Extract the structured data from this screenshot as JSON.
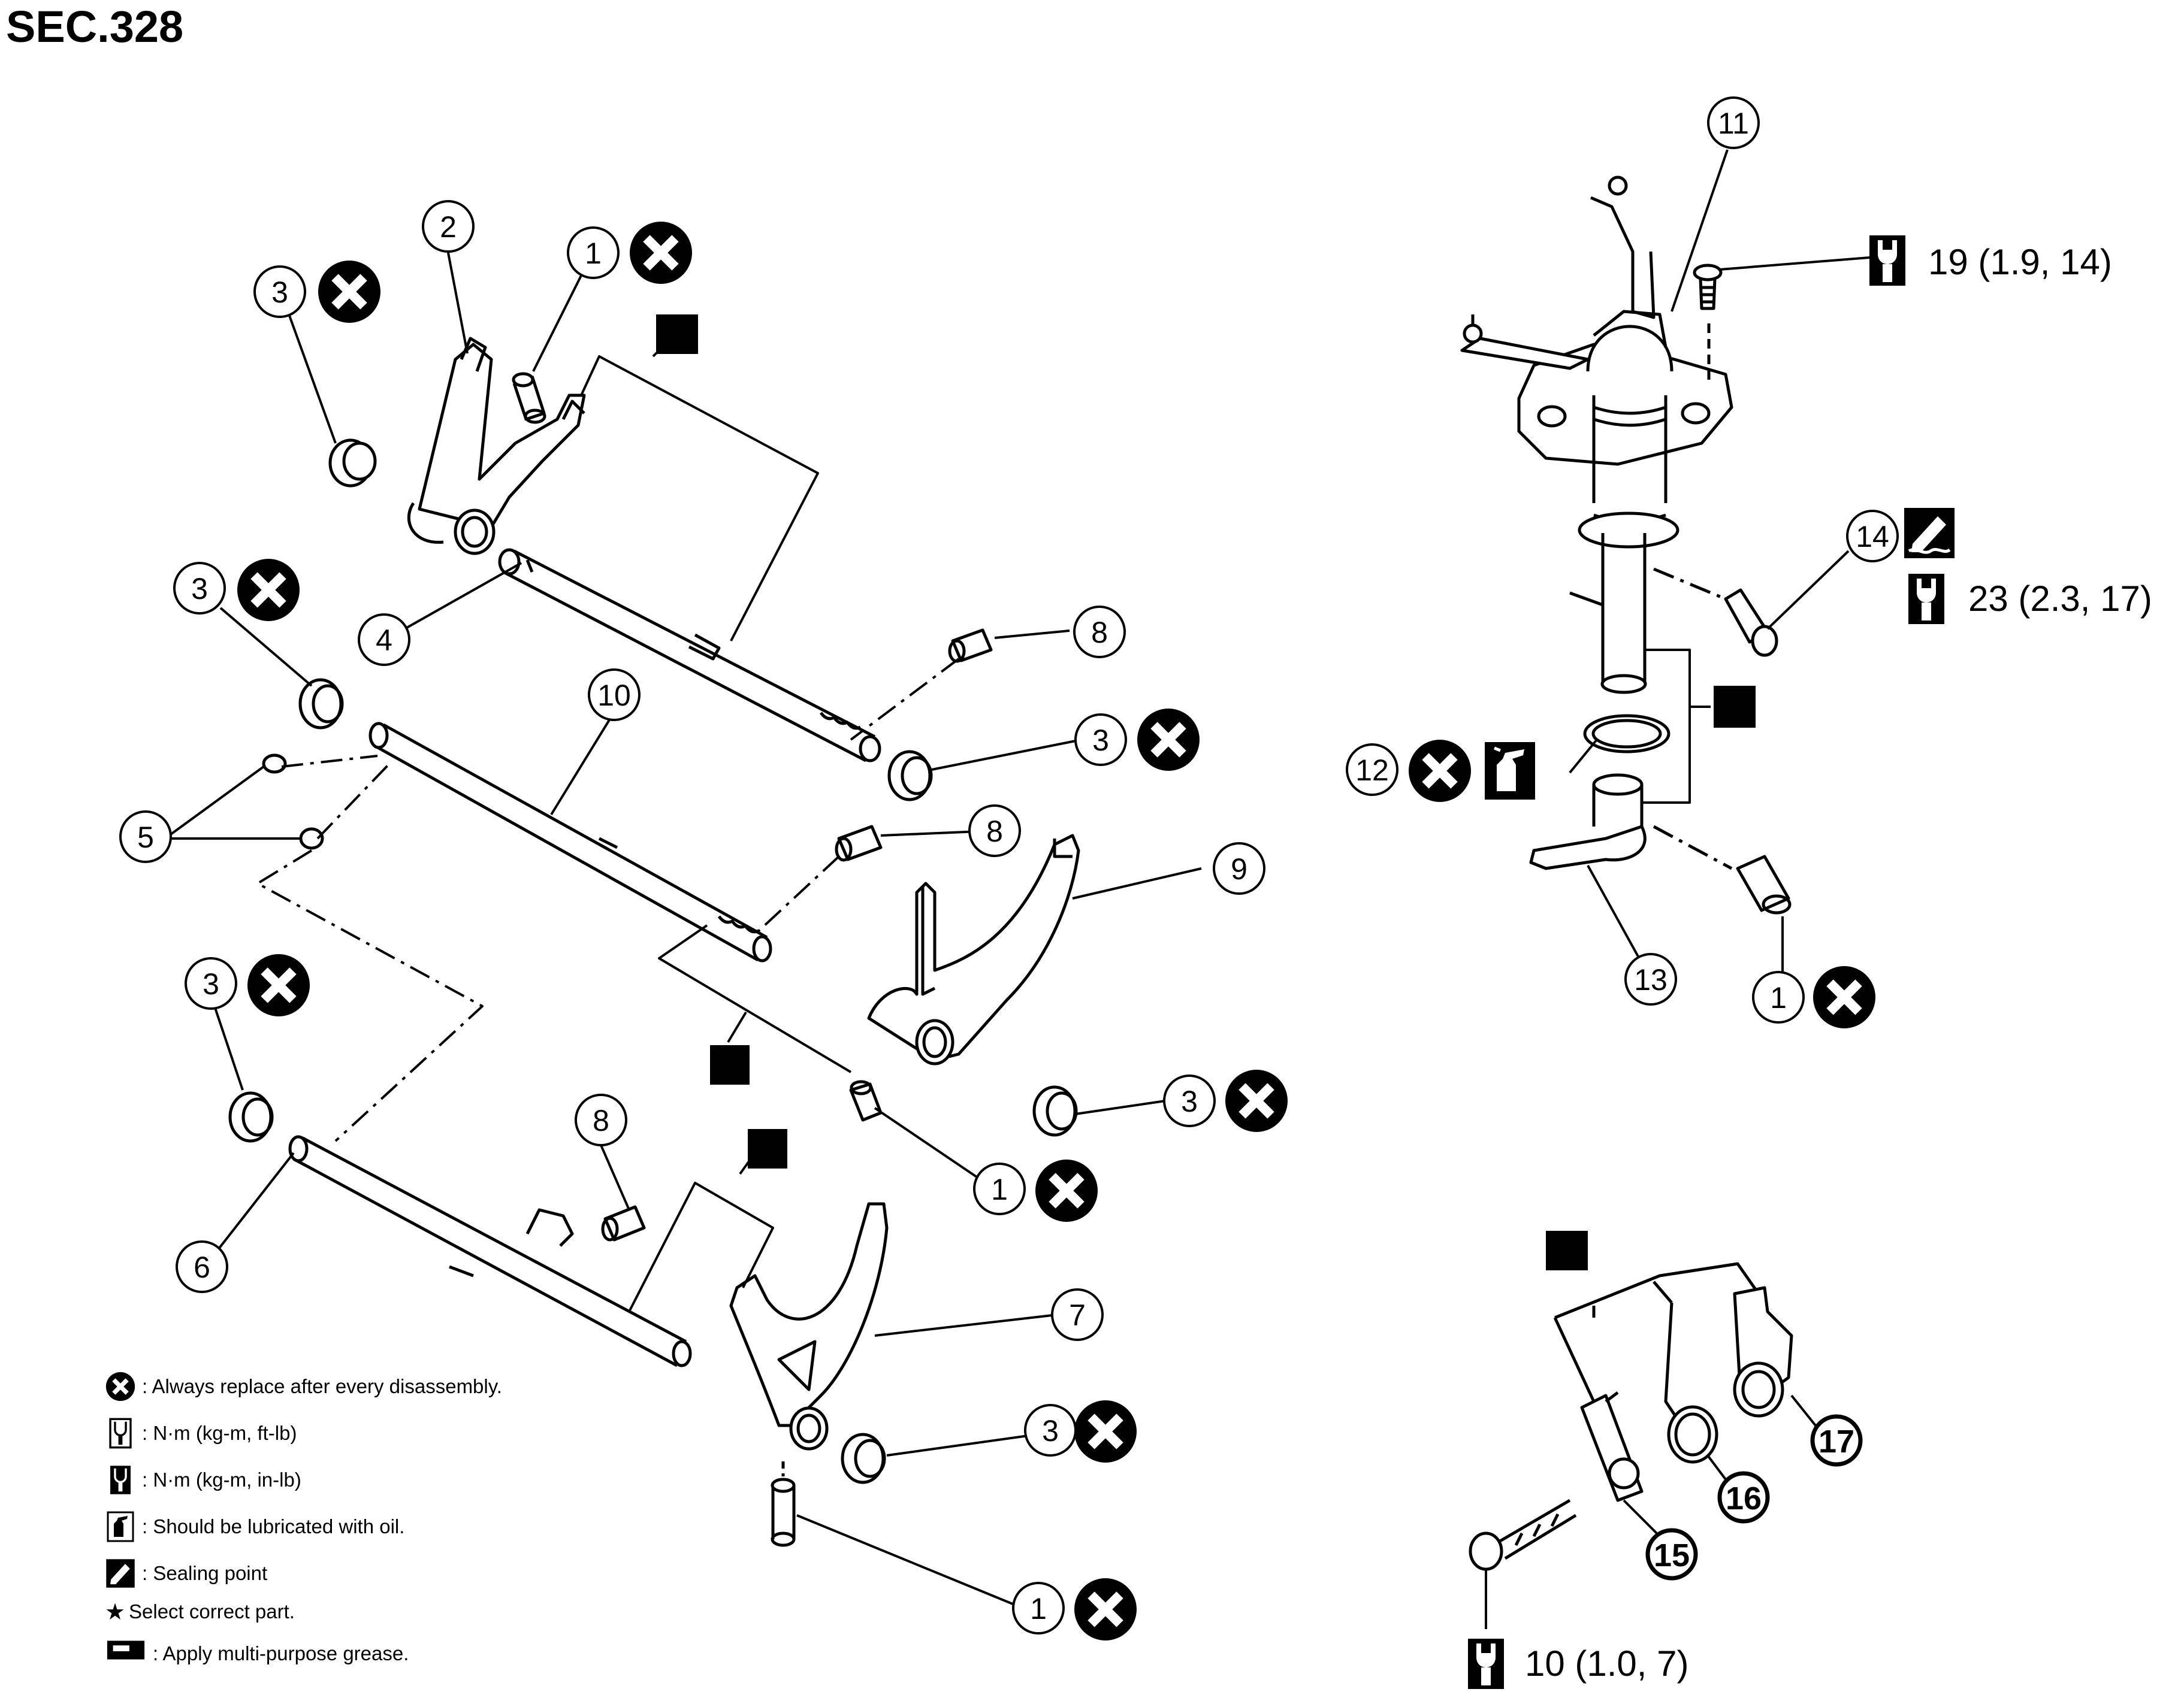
{
  "section": "SEC.328",
  "callouts": {
    "n1": "1",
    "n2": "2",
    "n3": "3",
    "n4": "4",
    "n5": "5",
    "n6": "6",
    "n7": "7",
    "n8": "8",
    "n9": "9",
    "n10": "10",
    "n11": "11",
    "n12": "12",
    "n13": "13",
    "n14": "14",
    "n15": "15",
    "n16": "16",
    "n17": "17"
  },
  "torque": {
    "t11": "19 (1.9, 14)",
    "t14": "23 (2.3, 17)",
    "t15": "10 (1.0, 7)"
  },
  "legend": {
    "replace": ": Always replace after every disassembly.",
    "nm_ftlb": ": N·m (kg-m, ft-lb)",
    "nm_inlb": ": N·m (kg-m, in-lb)",
    "oil": ": Should be lubricated with oil.",
    "sealing": ": Sealing point",
    "star_symbol": "★",
    "select": "Select correct part.",
    "grease": ": Apply multi-purpose grease."
  }
}
